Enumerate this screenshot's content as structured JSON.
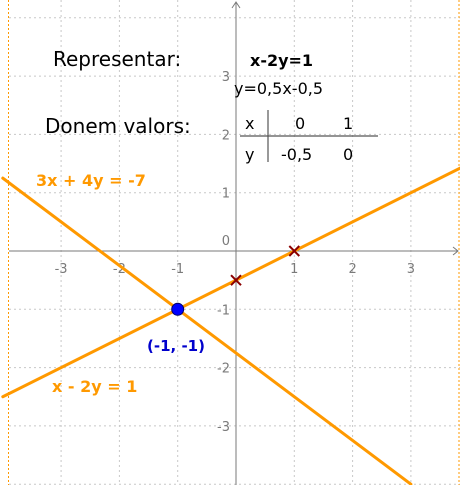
{
  "annotations": {
    "representar_label": "Representar:",
    "equation_bold": "x-2y=1",
    "solved_form": "y=0,5x-0,5",
    "donem_label": "Donem valors:",
    "table": {
      "headers": [
        "x",
        "y"
      ],
      "rows": [
        [
          "0",
          "1"
        ],
        [
          "-0,5",
          "0"
        ]
      ]
    }
  },
  "colors": {
    "line": "#ff9900",
    "intersection_point": "#0000ff",
    "intersection_label": "#0000cc",
    "cross_marker": "#8b0000",
    "grid": "#c8c8c8",
    "axis": "#7a7a7a",
    "frame": "#ff9900"
  },
  "chart_data": {
    "type": "line",
    "x_ticks": [
      "-3",
      "-2",
      "-1",
      "0",
      "1",
      "2",
      "3"
    ],
    "y_ticks": [
      "-3",
      "-2",
      "-1",
      "0",
      "1",
      "2",
      "3"
    ],
    "xlim": [
      -4,
      4
    ],
    "ylim": [
      -4,
      4
    ],
    "grid": true,
    "series": [
      {
        "name": "3x + 4y = -7",
        "points": [
          [
            -4,
            1.25
          ],
          [
            3,
            -4
          ]
        ]
      },
      {
        "name": "x - 2y = 1",
        "points": [
          [
            -4,
            -2.5
          ],
          [
            4,
            1.5
          ]
        ]
      }
    ],
    "intersection": {
      "x": -1,
      "y": -1,
      "label": "(-1, -1)"
    },
    "table_points": [
      [
        0,
        -0.5
      ],
      [
        1,
        0
      ]
    ]
  }
}
